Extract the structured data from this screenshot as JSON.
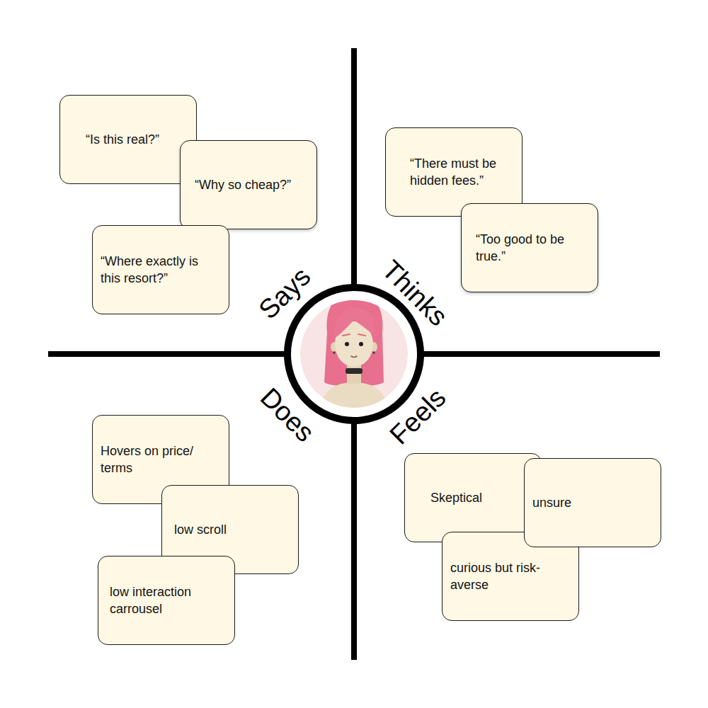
{
  "diagram": {
    "nodes": [
      {
        "text": [
          "“Is this real?”"
        ]
      },
      {
        "text": [
          "“Why so cheap?”"
        ]
      },
      {
        "text": [
          "“Where exactly is this resort?”"
        ]
      },
      {
        "text": [
          "“There must be hidden fees.”"
        ]
      },
      {
        "text": [
          "“Too good to be true.”"
        ]
      },
      {
        "text": [
          "Hovers on price/ terms"
        ]
      },
      {
        "text": [
          "low scroll"
        ]
      },
      {
        "text": [
          "low interaction carrousel"
        ]
      },
      {
        "text": [
          "Skeptical"
        ]
      },
      {
        "text": [
          "unsure"
        ]
      },
      {
        "text": [
          "curious but risk-averse"
        ]
      }
    ],
    "labels": [
      "Says",
      "Thinks",
      "Does",
      "Feels"
    ]
  }
}
